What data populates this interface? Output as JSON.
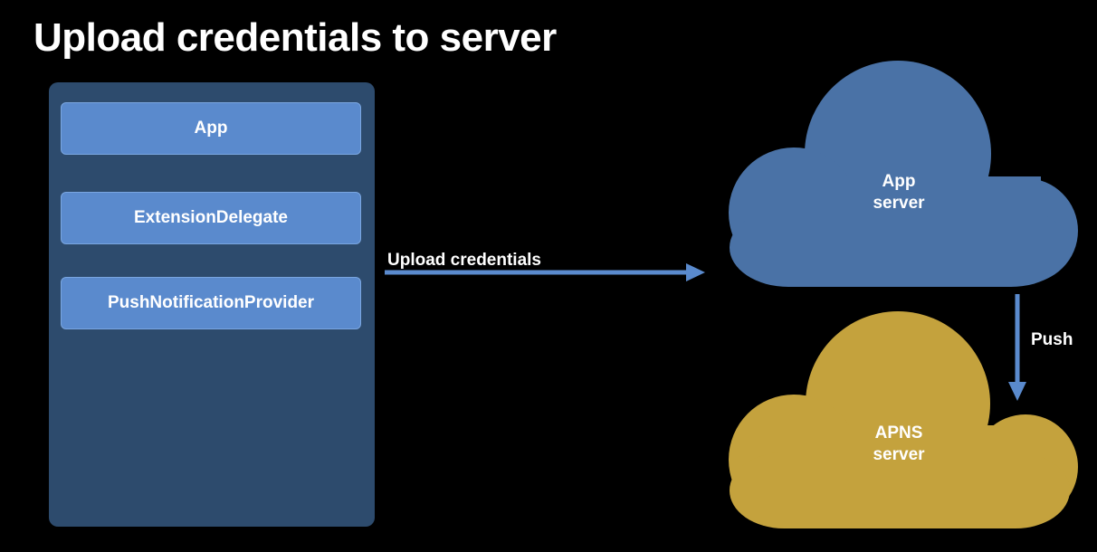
{
  "title": "Upload credentials to server",
  "device": {
    "components": [
      {
        "label": "App"
      },
      {
        "label": "ExtensionDelegate"
      },
      {
        "label": "PushNotificationProvider"
      }
    ]
  },
  "edges": {
    "upload_label": "Upload credentials",
    "push_label": "Push"
  },
  "clouds": {
    "app_server": {
      "line1": "App",
      "line2": "server"
    },
    "apns_server": {
      "line1": "APNS",
      "line2": "server"
    }
  },
  "colors": {
    "background": "#000000",
    "panel": "#2d4b6d",
    "component": "#5a8acd",
    "app_server_cloud": "#4a72a6",
    "apns_server_cloud": "#c4a23d",
    "arrow": "#5a8acd"
  }
}
